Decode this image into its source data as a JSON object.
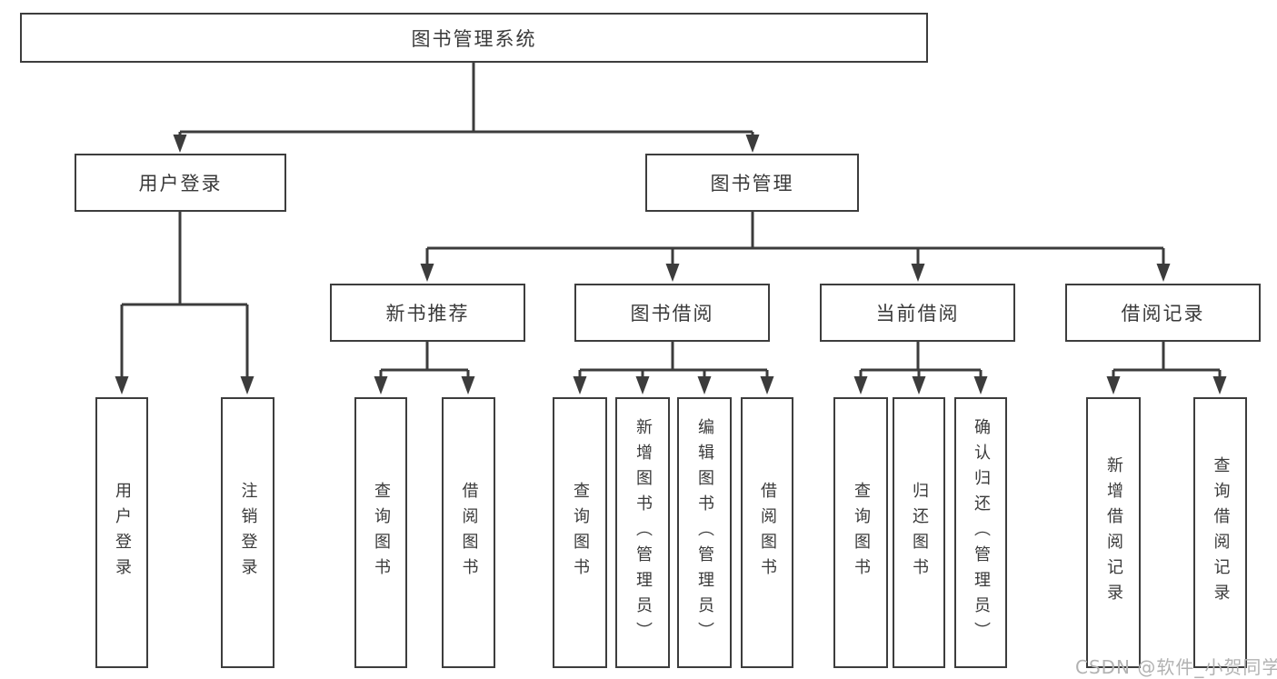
{
  "diagram_title": "图书管理系统",
  "nodes": {
    "root": {
      "label": "图书管理系统"
    },
    "branches": [
      {
        "label": "用户登录",
        "children": [
          {
            "label": "用户登录"
          },
          {
            "label": "注销登录"
          }
        ]
      },
      {
        "label": "图书管理",
        "children": [
          {
            "label": "新书推荐",
            "children": [
              {
                "label": "查询图书"
              },
              {
                "label": "借阅图书"
              }
            ]
          },
          {
            "label": "图书借阅",
            "children": [
              {
                "label": "查询图书"
              },
              {
                "label": "新增图书（管理员）"
              },
              {
                "label": "编辑图书（管理员）"
              },
              {
                "label": "借阅图书"
              }
            ]
          },
          {
            "label": "当前借阅",
            "children": [
              {
                "label": "查询图书"
              },
              {
                "label": "归还图书"
              },
              {
                "label": "确认归还（管理员）"
              }
            ]
          },
          {
            "label": "借阅记录",
            "children": [
              {
                "label": "新增借阅记录"
              },
              {
                "label": "查询借阅记录"
              }
            ]
          }
        ]
      }
    ]
  },
  "watermark": {
    "text": "CSDN @软件_小贺同学"
  },
  "colors": {
    "border": "#3d3d3d",
    "line": "#3c3c3c",
    "text": "#3a3a3a",
    "watermark": "#b2b2b2",
    "background": "#ffffff"
  }
}
